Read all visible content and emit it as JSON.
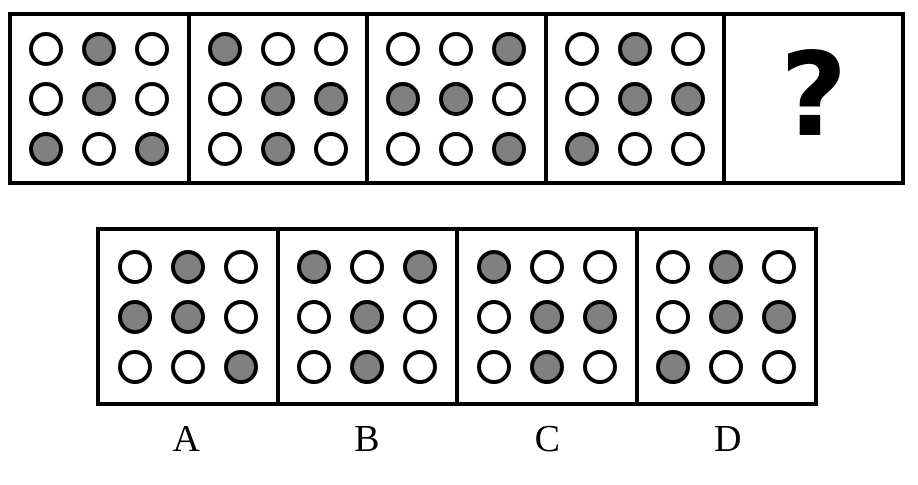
{
  "puzzle": {
    "type": "matrix-reasoning-dot-grid",
    "grid_size": 3,
    "colors": {
      "filled": "#808080",
      "empty": "#ffffff",
      "outline": "#000000",
      "background": "#ffffff"
    },
    "cell_states": {
      "filled": "filled",
      "empty": "empty"
    }
  },
  "sequence": {
    "panels": [
      {
        "name": "sequence-panel-1",
        "cells": [
          "empty",
          "filled",
          "empty",
          "empty",
          "filled",
          "empty",
          "filled",
          "empty",
          "filled"
        ]
      },
      {
        "name": "sequence-panel-2",
        "cells": [
          "filled",
          "empty",
          "empty",
          "empty",
          "filled",
          "filled",
          "empty",
          "filled",
          "empty"
        ]
      },
      {
        "name": "sequence-panel-3",
        "cells": [
          "empty",
          "empty",
          "filled",
          "filled",
          "filled",
          "empty",
          "empty",
          "empty",
          "filled"
        ]
      },
      {
        "name": "sequence-panel-4",
        "cells": [
          "empty",
          "filled",
          "empty",
          "empty",
          "filled",
          "filled",
          "filled",
          "empty",
          "empty"
        ]
      },
      {
        "name": "sequence-panel-5-unknown",
        "cells": null,
        "glyph": "?"
      }
    ]
  },
  "options": {
    "panels": [
      {
        "label": "A",
        "name": "option-a",
        "cells": [
          "empty",
          "filled",
          "empty",
          "filled",
          "filled",
          "empty",
          "empty",
          "empty",
          "filled"
        ]
      },
      {
        "label": "B",
        "name": "option-b",
        "cells": [
          "filled",
          "empty",
          "filled",
          "empty",
          "filled",
          "empty",
          "empty",
          "filled",
          "empty"
        ]
      },
      {
        "label": "C",
        "name": "option-c",
        "cells": [
          "filled",
          "empty",
          "empty",
          "empty",
          "filled",
          "filled",
          "empty",
          "filled",
          "empty"
        ]
      },
      {
        "label": "D",
        "name": "option-d",
        "cells": [
          "empty",
          "filled",
          "empty",
          "empty",
          "filled",
          "filled",
          "filled",
          "empty",
          "empty"
        ]
      }
    ]
  }
}
